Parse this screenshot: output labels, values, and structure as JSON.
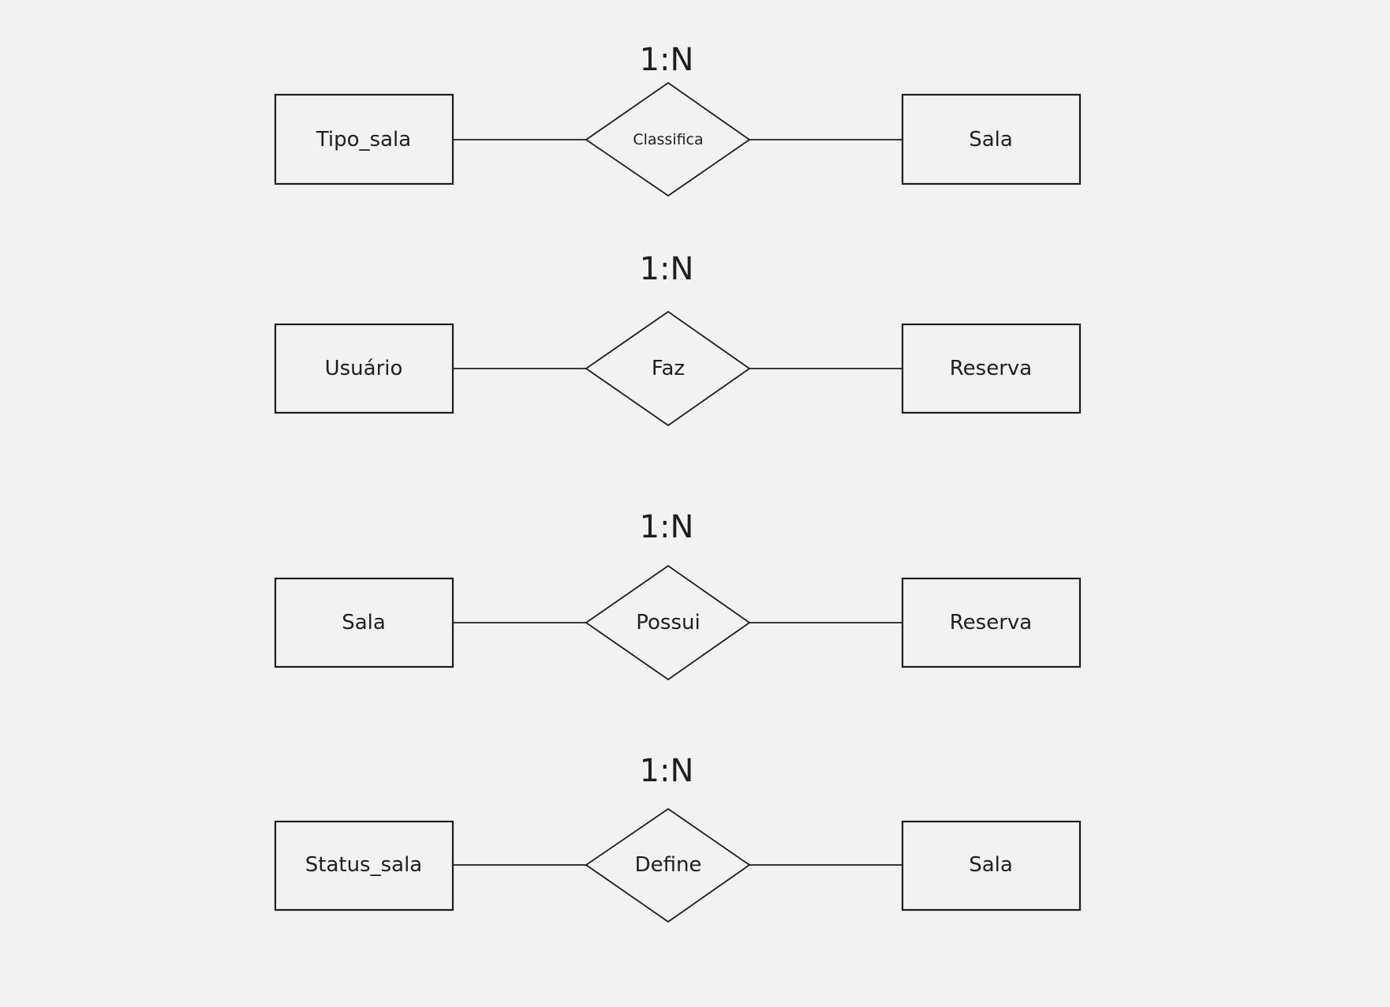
{
  "relationships": [
    {
      "cardinality": "1:N",
      "left": "Tipo_sala",
      "relation": "Classifica",
      "right": "Sala"
    },
    {
      "cardinality": "1:N",
      "left": "Usuário",
      "relation": "Faz",
      "right": "Reserva"
    },
    {
      "cardinality": "1:N",
      "left": "Sala",
      "relation": "Possui",
      "right": "Reserva"
    },
    {
      "cardinality": "1:N",
      "left": "Status_sala",
      "relation": "Define",
      "right": "Sala"
    }
  ]
}
